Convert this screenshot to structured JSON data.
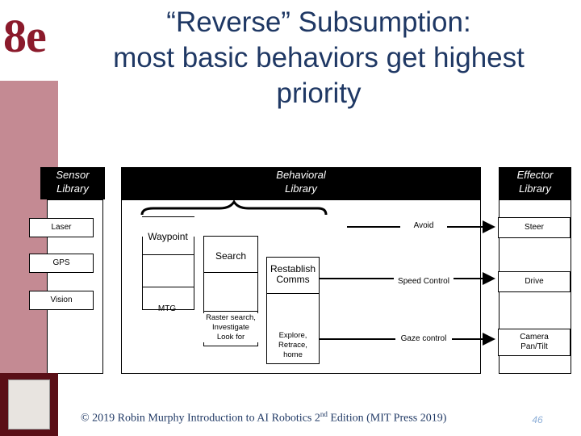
{
  "chapter": "8e",
  "title": {
    "line1": "“Reverse” Subsumption:",
    "line2": "most basic behaviors get highest",
    "line3": "priority"
  },
  "headers": {
    "sensor": [
      "Sensor",
      "Library"
    ],
    "behavioral": [
      "Behavioral",
      "Library"
    ],
    "effector": [
      "Effector",
      "Library"
    ]
  },
  "sensors": [
    "Laser",
    "GPS",
    "Vision"
  ],
  "behaviors": {
    "waypoint": "Waypoint",
    "search": "Search",
    "restablish": [
      "Restablish",
      "Comms"
    ],
    "mtg": "MTG",
    "raster": [
      "Raster search,",
      "Investigate",
      "Look for"
    ],
    "explore": [
      "Explore,",
      "Retrace,",
      "home"
    ],
    "avoid": "Avoid",
    "speed": "Speed Control",
    "gaze": "Gaze control"
  },
  "effectors": {
    "steer": "Steer",
    "drive": "Drive",
    "camera": [
      "Camera",
      "Pan/Tilt"
    ]
  },
  "footer": {
    "pre": "© 2019 Robin Murphy Introduction to AI Robotics 2",
    "sup": "nd",
    "post": " Edition (MIT Press 2019)"
  },
  "page_number": "46",
  "colors": {
    "title": "#1f3864",
    "chapter": "#8b1a2b",
    "sidebar": "#c48a93",
    "page_number": "#8fb0d8"
  },
  "icons": [
    "brace-icon",
    "arrow-icon",
    "book-cover-icon"
  ]
}
